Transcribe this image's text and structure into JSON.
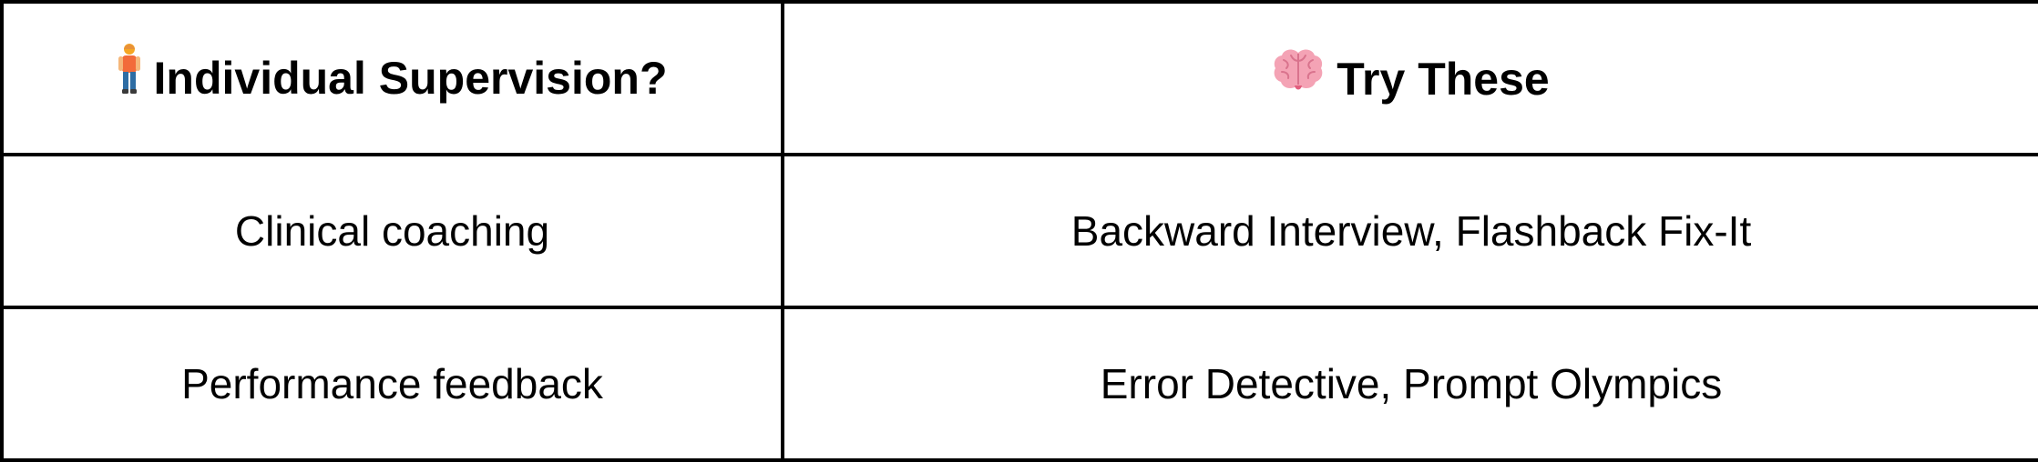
{
  "table": {
    "headers": [
      {
        "icon": "person-standing-icon",
        "label": "Individual Supervision?"
      },
      {
        "icon": "brain-icon",
        "label": "Try These"
      }
    ],
    "rows": [
      {
        "cells": [
          "Clinical coaching",
          "Backward Interview, Flashback Fix-It"
        ]
      },
      {
        "cells": [
          "Performance feedback",
          "Error Detective, Prompt Olympics"
        ]
      }
    ]
  }
}
